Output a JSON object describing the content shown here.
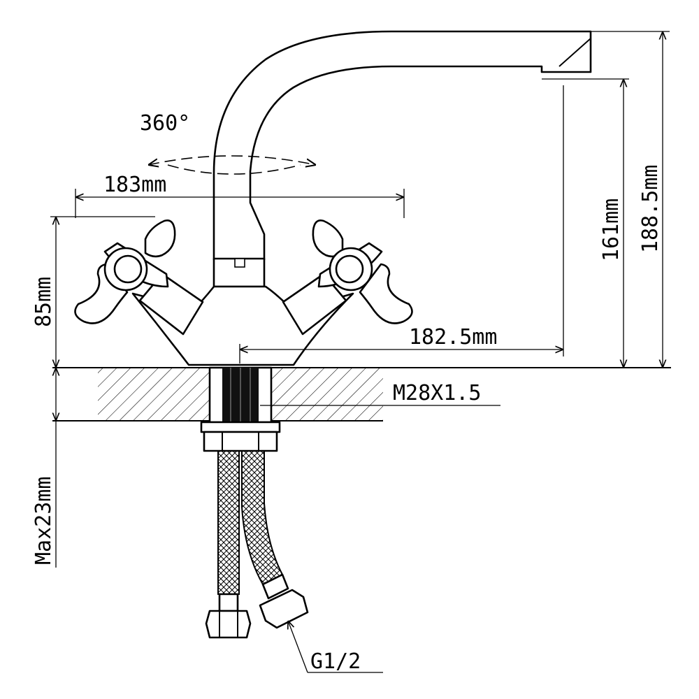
{
  "dimensions": {
    "rotation": "360°",
    "handle_span": "183mm",
    "spout_reach": "182.5mm",
    "handle_height": "85mm",
    "spout_outlet_height": "161mm",
    "total_height": "188.5mm",
    "max_counter_thickness": "Max23mm"
  },
  "callouts": {
    "thread": "M28X1.5",
    "hose_connection": "G1/2"
  },
  "colors": {
    "line": "#000000",
    "background": "#ffffff"
  }
}
